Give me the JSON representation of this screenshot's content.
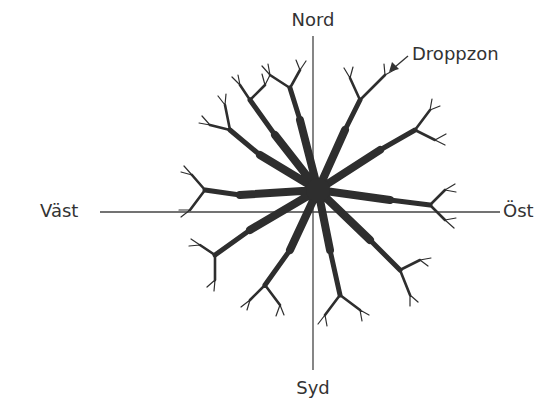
{
  "diagram": {
    "labels": [
      "Nord",
      "Droppzon",
      "Väst",
      "Öst",
      "Syd"
    ]
  }
}
